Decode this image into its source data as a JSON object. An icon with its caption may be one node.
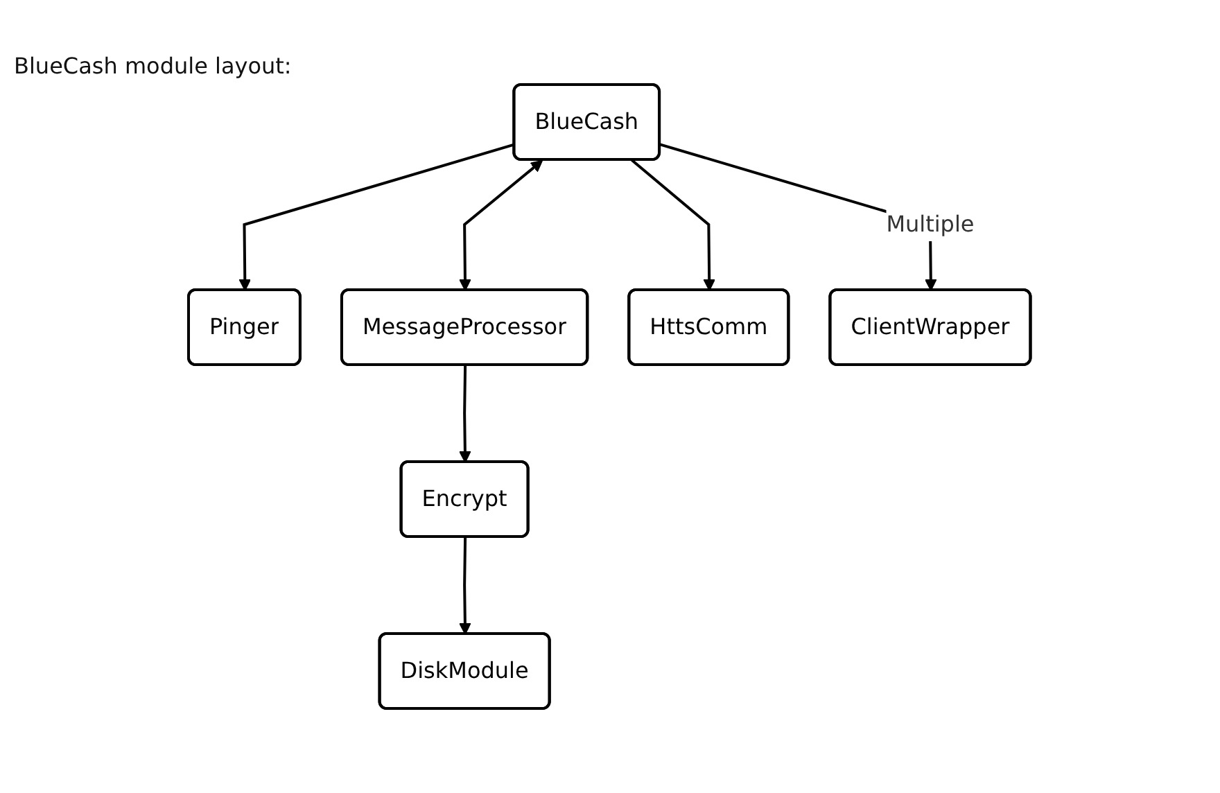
{
  "diagram": {
    "title": "BlueCash module layout:",
    "nodes": [
      {
        "text": [
          "BlueCash"
        ]
      },
      {
        "text": [
          "Pinger"
        ]
      },
      {
        "text": [
          "MessageProcessor"
        ]
      },
      {
        "text": [
          "HttsComm"
        ]
      },
      {
        "text": [
          "ClientWrapper"
        ]
      },
      {
        "text": [
          "Encrypt"
        ]
      },
      {
        "text": [
          "DiskModule"
        ]
      }
    ],
    "edges": [
      {
        "from": 0,
        "to": 1,
        "arrow": "to"
      },
      {
        "from": 0,
        "to": 2,
        "arrow": "both"
      },
      {
        "from": 0,
        "to": 3,
        "arrow": "to"
      },
      {
        "from": 0,
        "to": 4,
        "arrow": "to",
        "label": "Multiple"
      },
      {
        "from": 2,
        "to": 5,
        "arrow": "to"
      },
      {
        "from": 5,
        "to": 6,
        "arrow": "to"
      }
    ]
  }
}
